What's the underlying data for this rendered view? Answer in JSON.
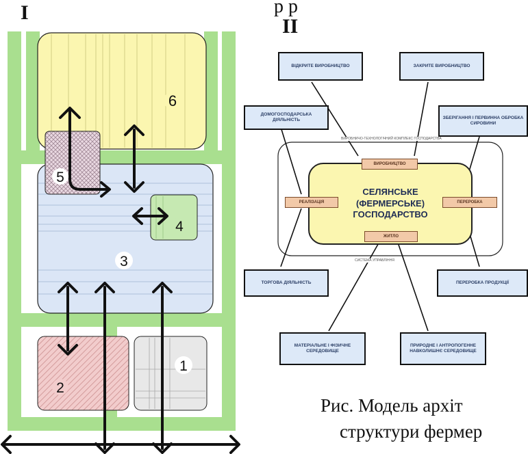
{
  "left_plan": {
    "roman": "I",
    "zone_numbers": [
      "1",
      "2",
      "3",
      "4",
      "5",
      "6"
    ]
  },
  "right_diagram": {
    "roman": "II",
    "top_cut_text": "р                                                          р",
    "center_text": "СЕЛЯНСЬКЕ\n(ФЕРМЕРСЬКЕ)\nГОСПОДАРСТВО",
    "ring_labels": {
      "top": "ВИРОБНИЧО-ТЕХНОЛОГІЧНИЙ КОМПЛЕКС ГОСПОДАРСТВА",
      "bottom": "СИСТЕМА УПРАВЛІННЯ"
    },
    "tags": {
      "top": "ВИРОБНИЦТВО",
      "left": "РЕАЛІЗАЦІЯ",
      "right": "ПЕРЕРОБКА",
      "bottom": "ЖИТЛО"
    },
    "boxes": {
      "top_left": "ВІДКРИТЕ ВИРОБНИЦТВО",
      "top_right": "ЗАКРИТЕ ВИРОБНИЦТВО",
      "upper_left": "ДОМОГОСПОДАРСЬКА ДІЯЛЬНІСТЬ",
      "upper_right": "ЗБЕРІГАННЯ І ПЕРВИННА ОБРОБКА СИРОВИНИ",
      "mid_left": "ТОРГОВА ДІЯЛЬНІСТЬ",
      "mid_right": "ПЕРЕРОБКА ПРОДУКЦІЇ",
      "bottom_left": "МАТЕРІАЛЬНЕ І ФІЗИЧНЕ СЕРЕДОВИЩЕ",
      "bottom_right": "ПРИРОДНЕ І АНТРОПОГЕННЕ НАВКОЛИШНЄ СЕРЕДОВИЩЕ"
    }
  },
  "caption": {
    "line1": "Рис. Модель архіт",
    "line2": "структури фермер"
  },
  "colors": {
    "green": "#a9df8f",
    "yellow": "#fbf6b0",
    "blue": "#dbe6f6",
    "pink": "#f2cccc",
    "gray": "#e8e8e8",
    "lightgreen": "#c6e9b2",
    "box_fill": "#dde9f8",
    "tag_fill": "#f2c9a8"
  }
}
